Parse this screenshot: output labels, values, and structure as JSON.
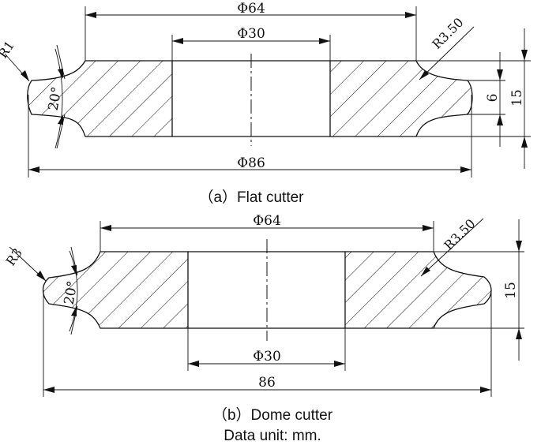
{
  "flat_cutter": {
    "caption": "（a）Flat cutter",
    "outer_diameter": "Φ64",
    "bore_diameter": "Φ30",
    "overall_diameter": "Φ86",
    "edge_radius": "R1",
    "corner_radius": "R3.50",
    "angle": "20°",
    "edge_thickness": "6",
    "height": "15"
  },
  "dome_cutter": {
    "caption": "（b）Dome cutter",
    "outer_diameter": "Φ64",
    "bore_diameter": "Φ30",
    "overall_diameter": "86",
    "edge_radius": "R3",
    "corner_radius": "R3.50",
    "angle": "20°",
    "height": "15"
  },
  "note": "Data unit: mm."
}
